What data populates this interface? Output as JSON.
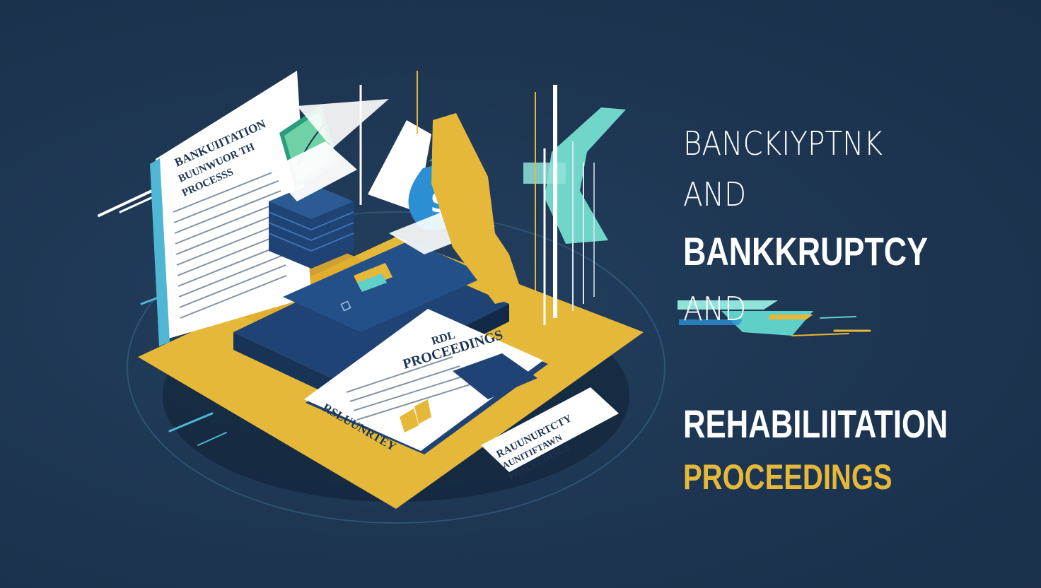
{
  "headline": {
    "line1": "BANCKIYPTNK",
    "line2": "AND",
    "line3": "BANKKRUPTCY",
    "line4": "AND",
    "line5": "REHABILIITATION",
    "line6": "PROCEEDINGS"
  },
  "documents": {
    "main_doc_title": "BANKUIITATION",
    "main_doc_sub1": "BUUNWUOR TH",
    "main_doc_sub2": "PROCESSS",
    "center_doc_line1": "RDL",
    "center_doc_line2": "PROCEEDINGS",
    "center_doc_footer": "RSLUUNRTEY",
    "small_doc_line1": "RAUUNURTCTY",
    "small_doc_line2": "AUNITIFTAWN",
    "small_doc_line3": "PRACEUDINGS"
  },
  "icons": {
    "money_bag_symbol": "$"
  },
  "colors": {
    "background": "#1d3551",
    "accent_yellow": "#e6b83a",
    "accent_teal": "#5fd0c8",
    "navy_block": "#1f4374",
    "paper": "#ffffff"
  }
}
